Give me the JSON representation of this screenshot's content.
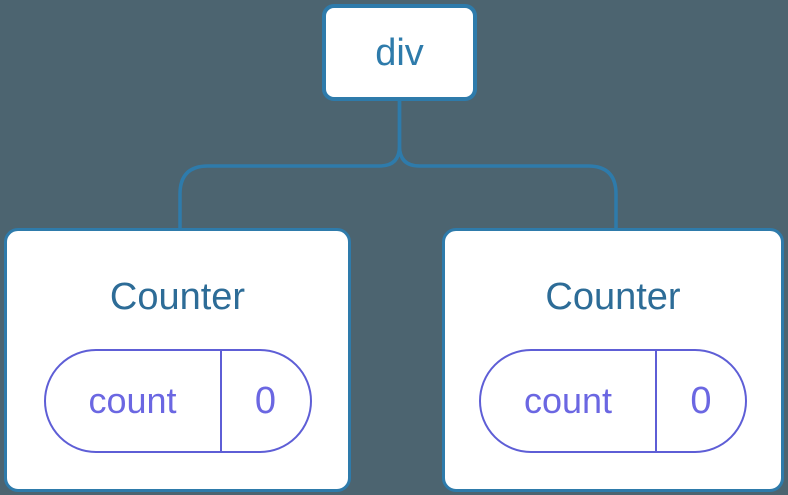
{
  "diagram": {
    "description": "component-tree-diagram",
    "root": {
      "label": "div"
    },
    "children": [
      {
        "title": "Counter",
        "state": {
          "key": "count",
          "value": "0"
        }
      },
      {
        "title": "Counter",
        "state": {
          "key": "count",
          "value": "0"
        }
      }
    ]
  },
  "colors": {
    "background": "#4c6470",
    "line_blue": "#2e7bab",
    "root_label_blue": "#2e7bab",
    "title_blue": "#2d6c97",
    "state_border_purple": "#5e5ed6",
    "state_text_purple": "#6b67e2",
    "card_bg": "#ffffff"
  }
}
